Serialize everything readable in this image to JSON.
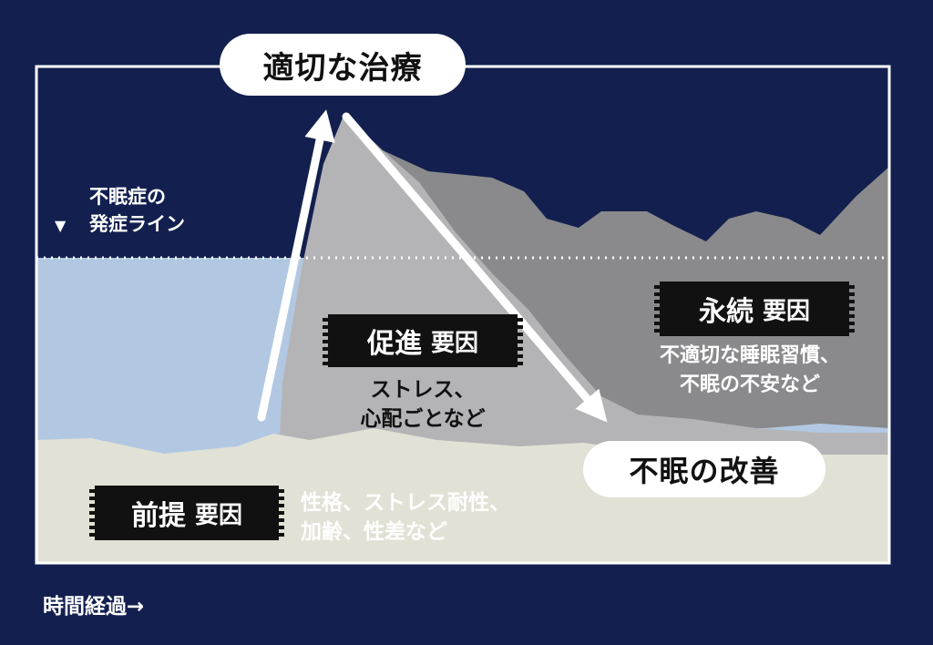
{
  "peak_label": "適切な治療",
  "improvement_label": "不眠の改善",
  "onset_line": {
    "line1": "不眠症の",
    "marker": "▼",
    "line2": "発症ライン"
  },
  "predisposing": {
    "title": "前提",
    "subtitle": "要因",
    "desc_line1": "性格、ストレス耐性、",
    "desc_line2": "加齢、性差など"
  },
  "precipitating": {
    "title": "促進",
    "subtitle": "要因",
    "desc_line1": "ストレス、",
    "desc_line2": "心配ごとなど"
  },
  "perpetuating": {
    "title": "永続",
    "subtitle": "要因",
    "desc_line1": "不適切な睡眠習慣、",
    "desc_line2": "不眠の不安など"
  },
  "time_axis": "時間経過→",
  "colors": {
    "background": "#13204f",
    "frame": "#ffffff",
    "below_line_fill": "#b2c8e2",
    "predisposing_layer": "#e2e1d6",
    "precipitating_layer": "#b4b4b6",
    "perpetuating_layer": "#8a8a8c",
    "label_tag": "#111111"
  }
}
